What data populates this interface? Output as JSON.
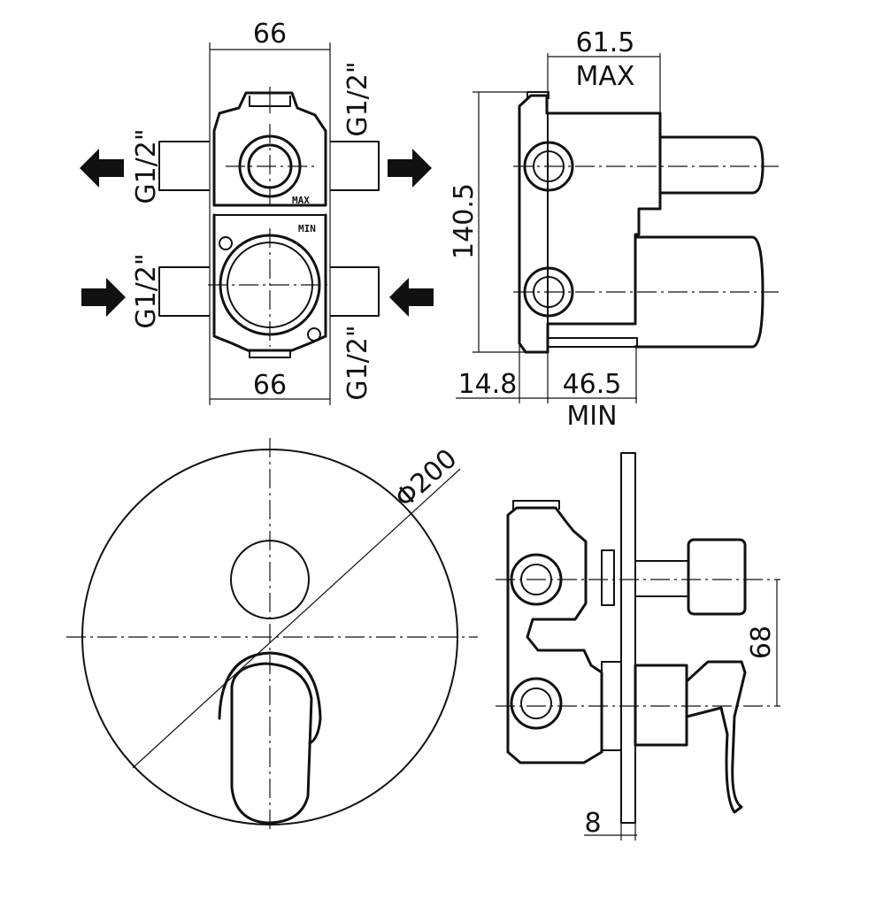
{
  "dimensions": {
    "top_width": "66",
    "bottom_width": "66",
    "max_depth": "61.5",
    "max_label": "MAX",
    "height": "140.5",
    "offset": "14.8",
    "min_depth": "46.5",
    "min_label": "MIN",
    "plate_diameter": "Φ200",
    "spacing": "68",
    "plate_thickness": "8"
  },
  "threads": {
    "left_top": "G1/2\"",
    "left_bottom": "G1/2\"",
    "right_top": "G1/2\"",
    "right_bottom": "G1/2\""
  },
  "body_marks": {
    "max": "MAX",
    "min": "MIN"
  },
  "flow": {
    "outlets": [
      "left-top",
      "right-top"
    ],
    "inlets": [
      "left-bottom",
      "right-bottom"
    ]
  }
}
